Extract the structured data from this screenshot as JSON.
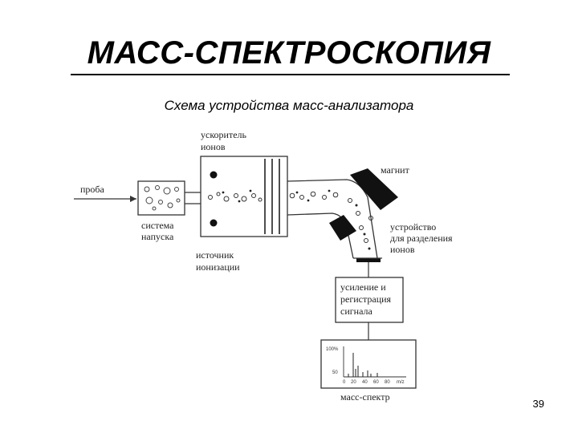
{
  "title": "МАСС-СПЕКТРОСКОПИЯ",
  "subtitle": "Схема устройства масс-анализатора",
  "labels": {
    "probe": "проба",
    "inlet_1": "система",
    "inlet_2": "напуска",
    "accel_1": "ускоритель",
    "accel_2": "ионов",
    "source_1": "источник",
    "source_2": "ионизации",
    "magnet": "магнит",
    "separator_1": "устройство",
    "separator_2": "для разделения",
    "separator_3": "ионов",
    "registration_1": "усиление и",
    "registration_2": "регистрация",
    "registration_3": "сигнала",
    "spectrum": "масс-спектр"
  },
  "spectrum_axis": {
    "y_top": "100%",
    "y_bottom": "50",
    "x_ticks": [
      "0",
      "20",
      "40",
      "60",
      "80",
      "m/z"
    ]
  },
  "page_number": "39"
}
